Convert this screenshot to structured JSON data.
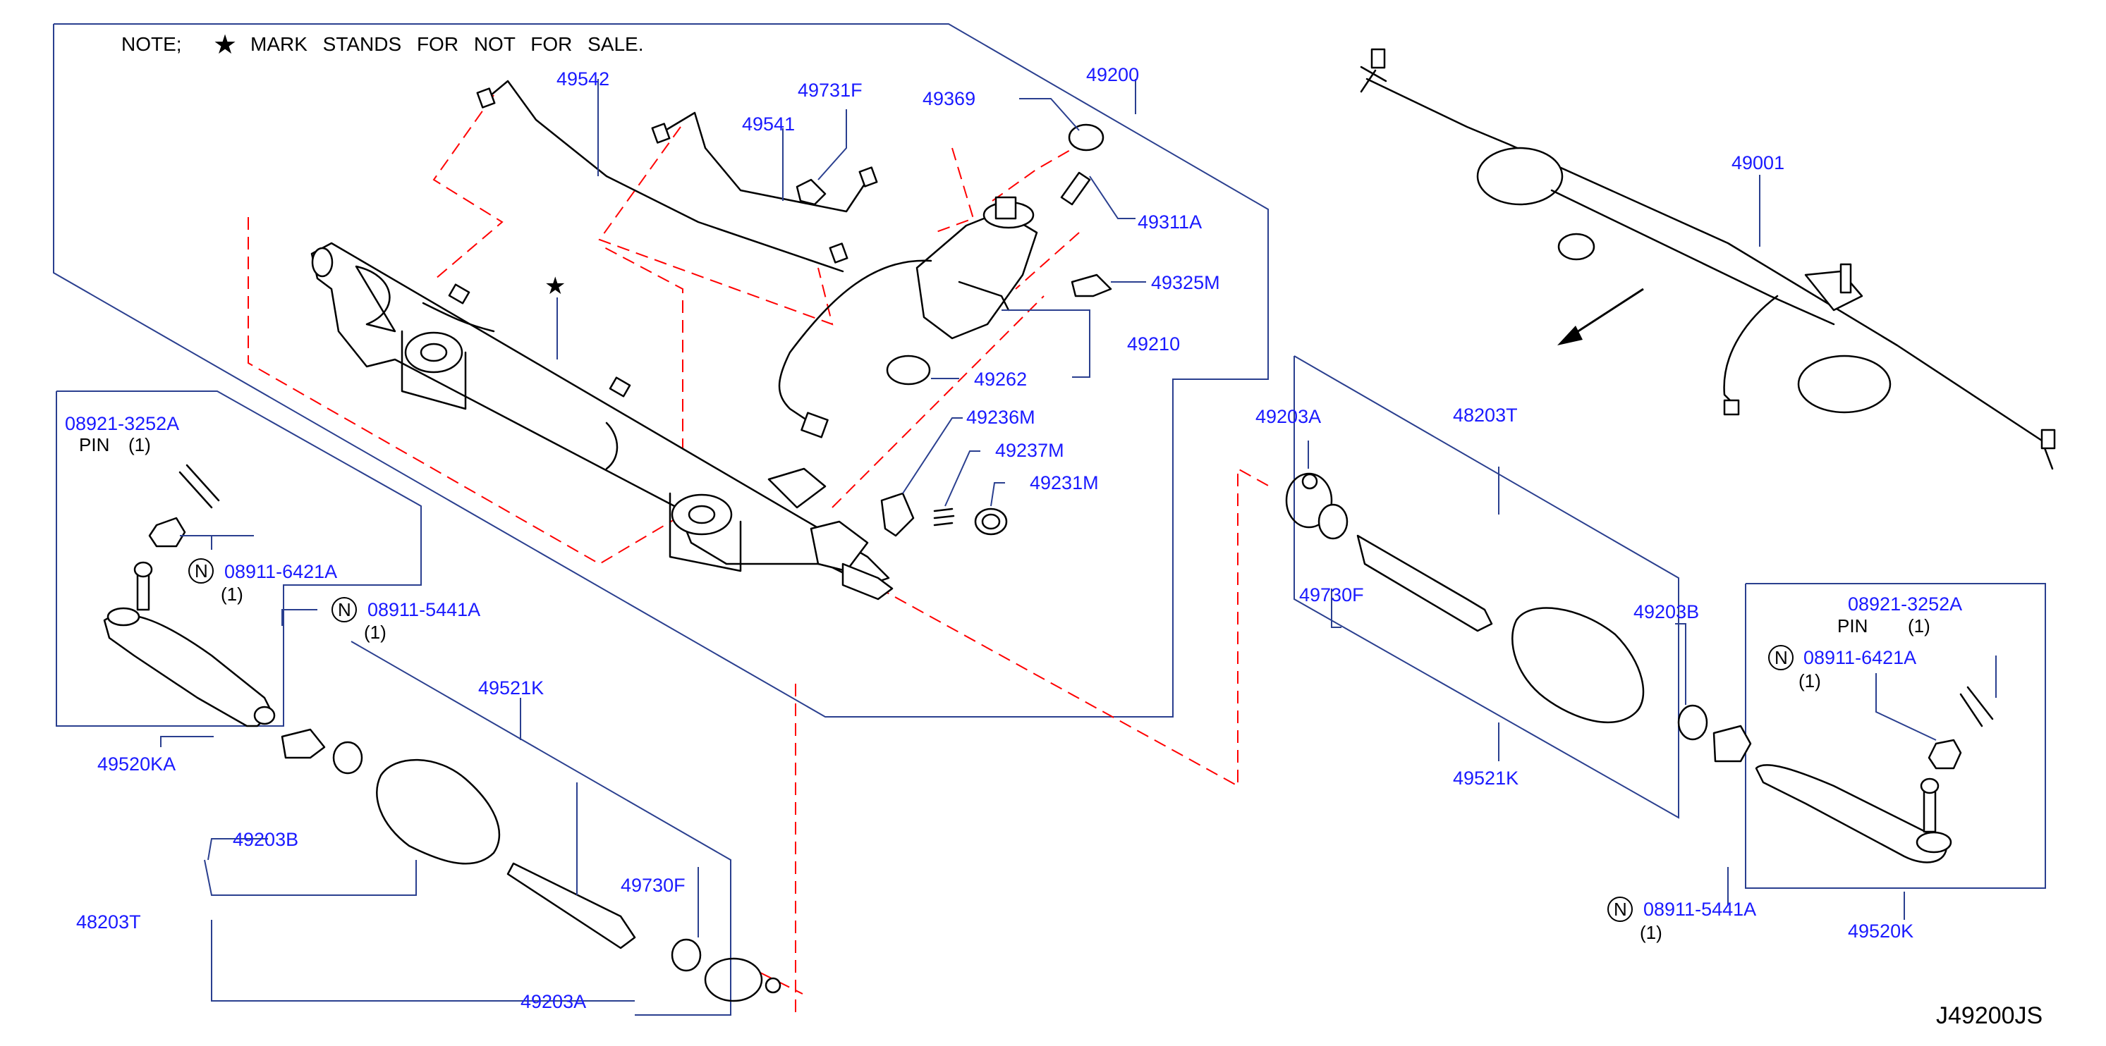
{
  "note": {
    "prefix": "NOTE;",
    "star": "★",
    "text": "MARK STANDS FOR NOT FOR SALE."
  },
  "diagram_code": "J49200JS",
  "parts": {
    "p49542": "49542",
    "p49731F": "49731F",
    "p49541": "49541",
    "p49369": "49369",
    "p49200": "49200",
    "p49311A": "49311A",
    "p49325M": "49325M",
    "p49210": "49210",
    "p49262": "49262",
    "p49236M": "49236M",
    "p49237M": "49237M",
    "p49231M": "49231M",
    "star_mark": "★",
    "p49001": "49001",
    "l_pin_part": "08921-3252A",
    "l_pin_label": "PIN",
    "l_pin_qty": "(1)",
    "n_symbol": "N",
    "l_nut_part": "08911-6421A",
    "l_nut_qty": "(1)",
    "l_nut2_part": "08911-5441A",
    "l_nut2_qty": "(1)",
    "l_49520KA": "49520KA",
    "l_49521K": "49521K",
    "l_49203B": "49203B",
    "l_49730F": "49730F",
    "l_48203T": "48203T",
    "l_49203A": "49203A",
    "r_49203A": "49203A",
    "r_48203T": "48203T",
    "r_49730F": "49730F",
    "r_49203B": "49203B",
    "r_49521K": "49521K",
    "r_pin_part": "08921-3252A",
    "r_pin_label": "PIN",
    "r_pin_qty": "(1)",
    "r_nut_part": "08911-6421A",
    "r_nut_qty": "(1)",
    "r_nut2_part": "08911-5441A",
    "r_nut2_qty": "(1)",
    "r_49520K": "49520K"
  },
  "colors": {
    "callout_text": "#1a1aff",
    "leader_line": "#2a3f8f",
    "assembly_dash": "#ff0000",
    "outline": "#000000"
  }
}
